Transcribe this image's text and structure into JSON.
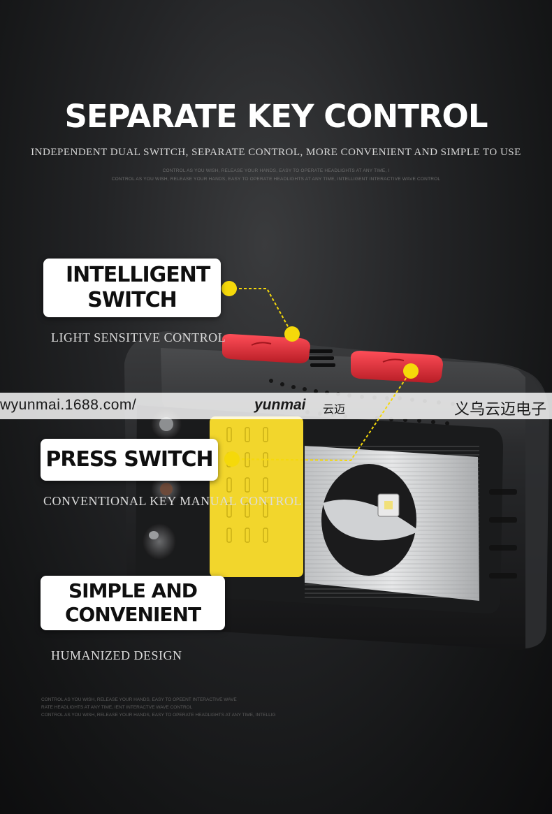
{
  "header": {
    "title": "SEPARATE KEY CONTROL",
    "subtitle": "INDEPENDENT DUAL SWITCH, SEPARATE CONTROL, MORE CONVENIENT AND SIMPLE TO USE",
    "fine_line_1": "CONTROL AS YOU WISH, RELEASE YOUR HANDS, EASY TO OPERATE HEADLIGHTS AT ANY TIME, I",
    "fine_line_2": "CONTROL AS YOU WISH, RELEASE YOUR HANDS, EASY TO OPERATE HEADLIGHTS AT ANY TIME, INTELLIGENT INTERACTIVE WAVE CONTROL"
  },
  "features": [
    {
      "title": "INTELLIGENT SWITCH",
      "desc": "LIGHT SENSITIVE CONTROL"
    },
    {
      "title": "PRESS SWITCH",
      "desc": "CONVENTIONAL KEY MANUAL CONTROL"
    },
    {
      "title": "SIMPLE AND CONVENIENT",
      "desc": "HUMANIZED DESIGN"
    }
  ],
  "footer_fine": [
    "CONTROL AS YOU WISH, RELEASE YOUR HANDS, EASY TO OPEENT INTERACTIVE WAVE",
    "RATE HEADLIGHTS AT ANY TIME, IENT INTERACTVE WAVE CONTROL",
    "CONTROL AS YOU WISH, RELEASE YOUR HANDS, EASY TO OPERATE HEADLIGHTS AT ANY TIME, INTELLIG"
  ],
  "watermark": {
    "left": "wyunmai.1688.com/",
    "brand": "yunmai",
    "brand_cn": "云迈",
    "right": "义乌云迈电子"
  },
  "colors": {
    "accent_yellow": "#f5d90a",
    "button_red": "#e8323c",
    "cob_yellow": "#f2d62c"
  }
}
